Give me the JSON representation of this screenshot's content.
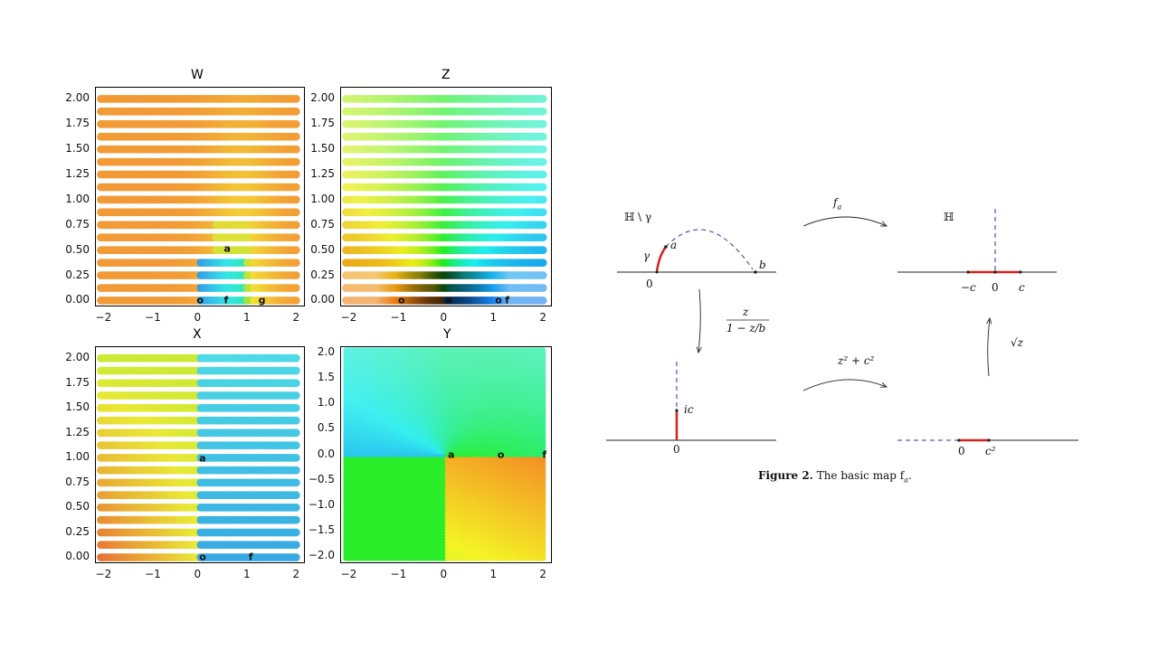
{
  "panels": {
    "W": {
      "title": "W",
      "xticks": [
        "−2",
        "−1",
        "0",
        "1",
        "2"
      ],
      "yticks": [
        "0.00",
        "0.25",
        "0.50",
        "0.75",
        "1.00",
        "1.25",
        "1.50",
        "1.75",
        "2.00"
      ],
      "labels": [
        {
          "t": "a",
          "x": 0.55,
          "y": 0.52
        },
        {
          "t": "o",
          "x": 0.0,
          "y": 0.01
        },
        {
          "t": "f",
          "x": 0.55,
          "y": 0.01
        },
        {
          "t": "g",
          "x": 1.25,
          "y": 0.01
        }
      ]
    },
    "Z": {
      "title": "Z",
      "xticks": [
        "−2",
        "−1",
        "0",
        "1",
        "2"
      ],
      "yticks": [
        "0.00",
        "0.25",
        "0.50",
        "0.75",
        "1.00",
        "1.25",
        "1.50",
        "1.75",
        "2.00"
      ],
      "labels": [
        {
          "t": "o",
          "x": -0.9,
          "y": 0.01
        },
        {
          "t": "a",
          "x": 0.05,
          "y": 0.01
        },
        {
          "t": "o",
          "x": 1.05,
          "y": 0.01
        },
        {
          "t": "f",
          "x": 1.25,
          "y": 0.01
        }
      ]
    },
    "X": {
      "title": "X",
      "xticks": [
        "−2",
        "−1",
        "0",
        "1",
        "2"
      ],
      "yticks": [
        "0.00",
        "0.25",
        "0.50",
        "0.75",
        "1.00",
        "1.25",
        "1.50",
        "1.75",
        "2.00"
      ],
      "labels": [
        {
          "t": "a",
          "x": 0.05,
          "y": 1.0
        },
        {
          "t": "o",
          "x": 0.05,
          "y": 0.01
        },
        {
          "t": "f",
          "x": 1.05,
          "y": 0.01
        }
      ]
    },
    "Y": {
      "title": "Y",
      "xticks": [
        "−2",
        "−1",
        "0",
        "1",
        "2"
      ],
      "yticks": [
        "−2.0",
        "−1.5",
        "−1.0",
        "−0.5",
        "0.0",
        "0.5",
        "1.0",
        "1.5",
        "2.0"
      ],
      "labels": [
        {
          "t": "a",
          "x": 0.1,
          "y": 0.0
        },
        {
          "t": "o",
          "x": 1.1,
          "y": 0.0
        },
        {
          "t": "f",
          "x": 2.0,
          "y": 0.0
        }
      ]
    }
  },
  "diagram": {
    "top_left_label": "ℍ \\ γ",
    "top_right_label": "ℍ",
    "gamma": "γ",
    "a": "a",
    "b": "b",
    "zero_tl": "0",
    "arrow_top": "f",
    "arrow_top_sub": "a",
    "neg_c": "−c",
    "zero_tr": "0",
    "c": "c",
    "frac_num": "z",
    "frac_den": "1 − z/b",
    "ic": "ic",
    "zero_bl": "0",
    "arrow_bottom": "z² + c²",
    "sqrt": "√z",
    "zero_br": "0",
    "c2": "c²"
  },
  "caption": {
    "bold": "Figure 2.",
    "text": "The basic map f",
    "sub": "a",
    "end": "."
  }
}
